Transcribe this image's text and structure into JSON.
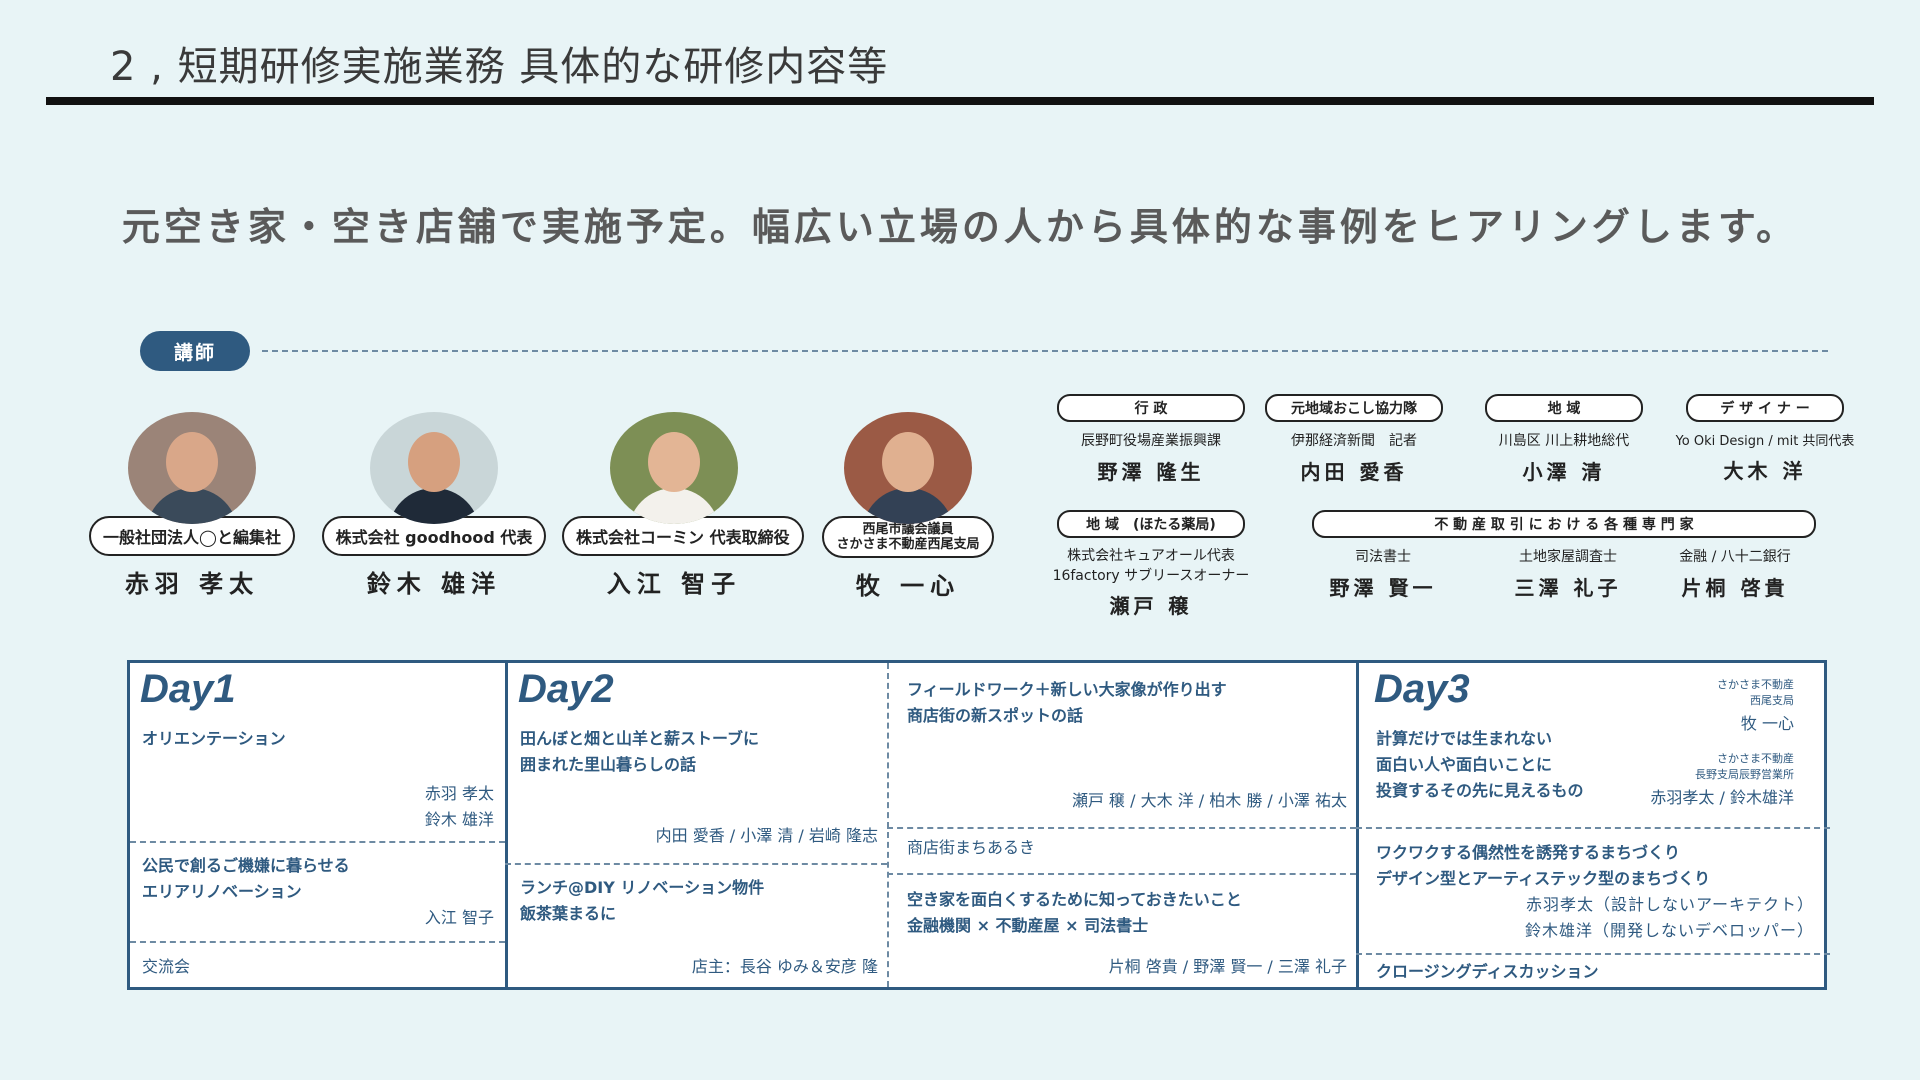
{
  "header": {
    "title": "2 , 短期研修実施業務 具体的な研修内容等"
  },
  "lead": "元空き家・空き店舗で実施予定。幅広い立場の人から具体的な事例をヒアリングします。",
  "lecturer_label": "講師",
  "lecturers": [
    {
      "org": "一般社団法人◯と編集社",
      "name": "赤羽 孝太"
    },
    {
      "org": "株式会社 goodhood 代表",
      "name": "鈴木 雄洋"
    },
    {
      "org": "株式会社コーミン 代表取締役",
      "name": "入江 智子"
    },
    {
      "org_line1": "西尾市議会議員",
      "org_line2": "さかさま不動産西尾支局",
      "name": "牧 一心"
    }
  ],
  "roles": [
    {
      "category": "行 政",
      "org": "辰野町役場産業振興課",
      "name": "野澤 隆生"
    },
    {
      "category": "元地域おこし協力隊",
      "org": "伊那経済新聞　記者",
      "name": "内田 愛香"
    },
    {
      "category": "地 域",
      "org": "川島区 川上耕地総代",
      "name": "小澤 清"
    },
    {
      "category": "デ ザ イ ナ ー",
      "org": "Yo Oki Design / mit 共同代表",
      "name": "大木 洋"
    },
    {
      "category": "地 域　(ほたる薬局)",
      "org_line1": "株式会社キュアオール代表",
      "org_line2": "16factory サブリースオーナー",
      "name": "瀬戸 穣"
    }
  ],
  "experts": {
    "category": "不 動 産 取 引 に お け る 各 種 専 門 家",
    "people": [
      {
        "org": "司法書士",
        "name": "野澤 賢一"
      },
      {
        "org": "土地家屋調査士",
        "name": "三澤 礼子"
      },
      {
        "org": "金融 / 八十二銀行",
        "name": "片桐 啓貴"
      }
    ]
  },
  "schedule": {
    "day1": {
      "label": "Day1",
      "s1_title": "オリエンテーション",
      "s1_sp1": "赤羽 孝太",
      "s1_sp2": "鈴木 雄洋",
      "s2_title1": "公民で創るご機嫌に暮らせる",
      "s2_title2": "エリアリノベーション",
      "s2_sp": "入江 智子",
      "s3_title": "交流会"
    },
    "day2a": {
      "label": "Day2",
      "s1_title1": "田んぼと畑と山羊と薪ストーブに",
      "s1_title2": "囲まれた里山暮らしの話",
      "s1_sp": "内田 愛香 / 小澤 清 / 岩崎 隆志",
      "s2_title1": "ランチ@DIY リノベーション物件",
      "s2_title2": "飯茶葉まるに",
      "s2_sp": "店主：長谷 ゆみ＆安彦 隆"
    },
    "day2b": {
      "s1_title1": "フィールドワーク＋新しい大家像が作り出す",
      "s1_title2": "商店街の新スポットの話",
      "s1_sp": "瀬戸 穣 / 大木 洋 / 柏木 勝 / 小澤 祐太",
      "s2_title": "商店街まちあるき",
      "s3_title1": "空き家を面白くするために知っておきたいこと",
      "s3_title2": "金融機関 × 不動産屋 × 司法書士",
      "s3_sp": "片桐 啓貴 / 野澤 賢一 / 三澤 礼子"
    },
    "day3": {
      "label": "Day3",
      "org1_line1": "さかさま不動産",
      "org1_line2": "西尾支局",
      "sp1": "牧 一心",
      "org2_line1": "さかさま不動産",
      "org2_line2": "長野支局辰野営業所",
      "sp2": "赤羽孝太 / 鈴木雄洋",
      "s1_title1": "計算だけでは生まれない",
      "s1_title2": "面白い人や面白いことに",
      "s1_title3": "投資するその先に見えるもの",
      "s2_title1": "ワクワクする偶然性を誘発するまちづくり",
      "s2_title2": "デザイン型とアーティステック型のまちづくり",
      "s2_sp1": "赤羽孝太（設計しないアーキテクト）",
      "s2_sp2": "鈴木雄洋（開発しないデベロッパー）",
      "s3_title": "クロージングディスカッション"
    }
  },
  "colors": {
    "background": "#e8f4f6",
    "accent": "#2f5a80",
    "title_rule": "#111111"
  }
}
